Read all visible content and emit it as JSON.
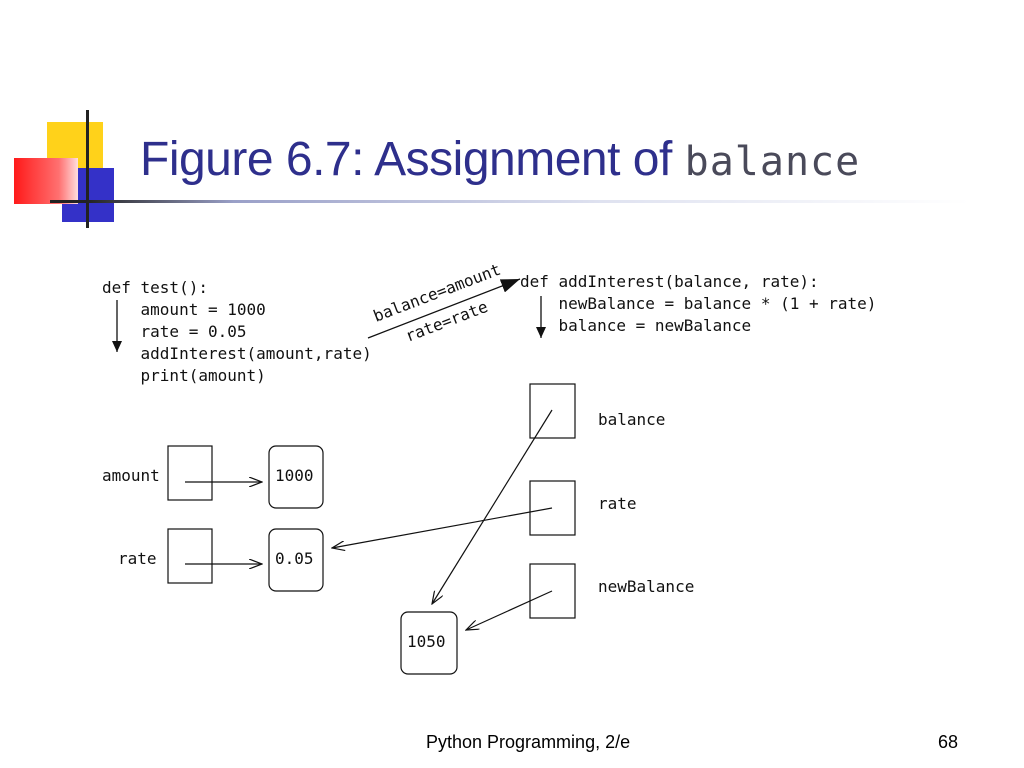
{
  "title": {
    "text": "Figure 6.7: Assignment of ",
    "code": "balance"
  },
  "caller": {
    "lines": [
      "def test():",
      "    amount = 1000",
      "    rate = 0.05",
      "    addInterest(amount,rate)",
      "    print(amount)"
    ]
  },
  "callee": {
    "lines": [
      "def addInterest(balance, rate):",
      "    newBalance = balance * (1 + rate)",
      "    balance = newBalance"
    ]
  },
  "params": {
    "balance_assign": "balance=amount",
    "rate_assign": "rate=rate"
  },
  "caller_vars": {
    "amount": "amount",
    "rate": "rate"
  },
  "callee_vars": {
    "balance": "balance",
    "rate": "rate",
    "newBalance": "newBalance"
  },
  "values": {
    "v1000": "1000",
    "v005": "0.05",
    "v1050": "1050"
  },
  "footer": {
    "left": "Python Programming, 2/e",
    "page": "68"
  },
  "colors": {
    "title": "#2e2f8c",
    "deco_yellow": "#ffd21a",
    "deco_blue": "#3431c8",
    "deco_red": "#ff1a1a"
  }
}
